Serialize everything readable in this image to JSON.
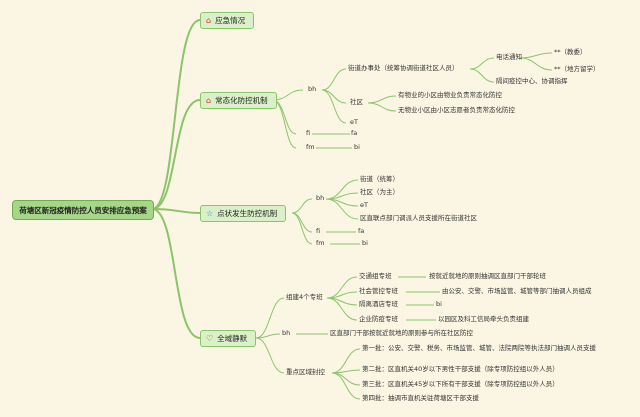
{
  "root": "荷塘区新冠疫情防控人员安排应急预案",
  "branches": {
    "b1": {
      "icon": "house-icon",
      "label": "应急情况"
    },
    "b2": {
      "icon": "house-icon",
      "label": "常态化防控机制",
      "bh": "bh",
      "jiedao": "街道办事处（统筹协调街道社区人员）",
      "dianhua": "电话通知",
      "jiaoyao": "**（教委）",
      "difang": "**（地方留学）",
      "geli": "隔间疫控中心、协调指挥",
      "shequ": "社区",
      "wuye1": "有物业的小区由物业负责常态化防控",
      "wuye2": "无物业小区由小区志愿者负责常态化防控",
      "et": "eT",
      "fi": "fi",
      "fa": "fa",
      "fm": "fm",
      "bi": "bi"
    },
    "b3": {
      "icon": "star-icon",
      "label": "点状发生防控机制",
      "bh": "bh",
      "jiedao": "街道（统筹）",
      "shequ": "社区（为主）",
      "et": "eT",
      "quzhi": "区直联点部门调派人员支援所在街道社区",
      "fi": "fi",
      "fa": "fa",
      "fm": "fm",
      "bi": "bi"
    },
    "b4": {
      "icon": "heart-icon",
      "label": "全域静默",
      "zhuanban": "组建4个专班",
      "jiaotong": "交通组专班",
      "jiaotong_desc": "按就近就地的原则抽调区直部门干部轮班",
      "shehui": "社会管控专班",
      "shehui_desc": "由公安、交警、市场监管、城管等部门抽调人员组成",
      "jiudian": "隔离酒店专班",
      "bi": "bi",
      "qiye": "企业防疫专班",
      "qiye_desc": "以园区及科工信局牵头负责组建",
      "bh": "bh",
      "bh_desc": "区直部门干部按就近就地的原则参与所在社区防控",
      "zhongdian": "重点区域封控",
      "p1": "第一批：公安、交警、税务、市场监管、城管、法院两院等执法部门抽调人员支援",
      "p2": "第二批：区直机关40岁以下男性干部支援（除专项防控组以外人员）",
      "p3": "第三批：区直机关45岁以下所有干部支援（除专项防控组以外人员）",
      "p4": "第四批：抽调市直机关驻荷塘区干部支援"
    }
  },
  "colors": {
    "background": "#fbf6e3",
    "edge": "#8cc46c",
    "root_fill": "#a6d788",
    "branch_fill": "#daf0c8"
  }
}
